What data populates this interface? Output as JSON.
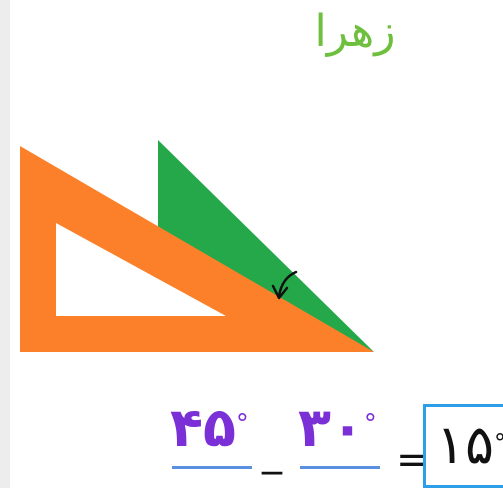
{
  "student_name": "زهرا",
  "colors": {
    "green_square": "#24a84a",
    "orange_square": "#fb8029",
    "name": "#6fbf3f",
    "numbers": "#7b2fd6",
    "underline": "#5b8fe0",
    "answer_border": "#2f9ee8",
    "arrow": "#111111"
  },
  "equation": {
    "first_value": "۴۵",
    "first_degree": "°",
    "minus": "_",
    "second_value": "۳۰",
    "second_degree": "°",
    "equals": "=",
    "result_value": "۱۵",
    "result_degree": "°"
  },
  "icons": {
    "angle_arrow": "curved-arrow-icon"
  }
}
